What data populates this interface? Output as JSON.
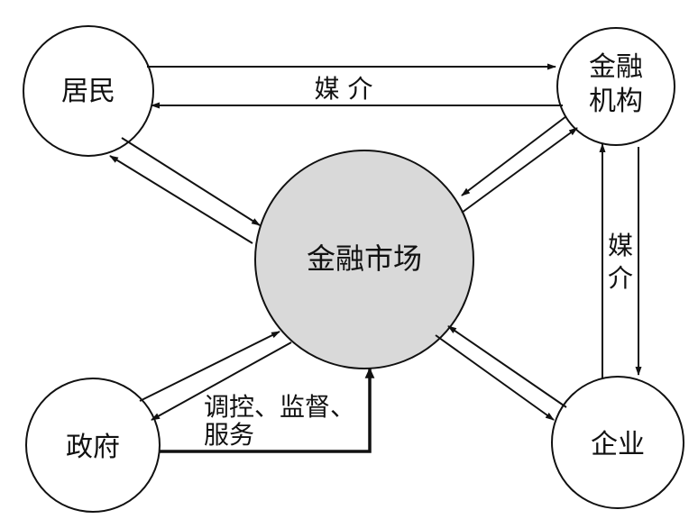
{
  "nodes": {
    "residents": {
      "label": "居民"
    },
    "financial_institution": {
      "label_line1": "金融",
      "label_line2": "机构"
    },
    "financial_market": {
      "label": "金融市场"
    },
    "government": {
      "label": "政府"
    },
    "enterprise": {
      "label": "企业"
    }
  },
  "edge_labels": {
    "top_medium": "媒 介",
    "right_medium_char1": "媒",
    "right_medium_char2": "介",
    "government_line1": "调控、监督、",
    "government_line2": "服务"
  },
  "colors": {
    "line": "#111111",
    "node_fill": "#ffffff",
    "market_fill": "#d9d9d9"
  }
}
